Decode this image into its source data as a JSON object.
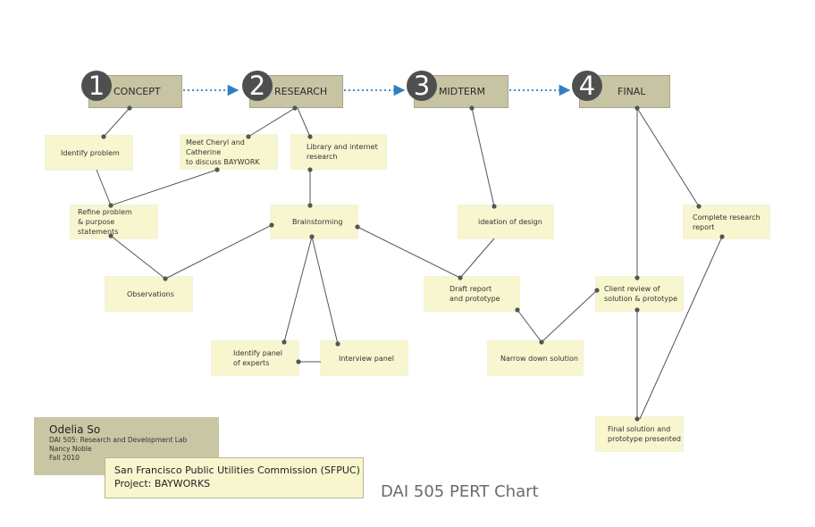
{
  "phases": [
    {
      "id": "concept",
      "number": "1",
      "label": "CONCEPT"
    },
    {
      "id": "research",
      "number": "2",
      "label": "RESEARCH"
    },
    {
      "id": "midterm",
      "number": "3",
      "label": "MIDTERM"
    },
    {
      "id": "final",
      "number": "4",
      "label": "FINAL"
    }
  ],
  "tasks": [
    {
      "id": "identify-problem",
      "label": "Identify problem"
    },
    {
      "id": "meet-cheryl",
      "label": "Meet Cheryl and Catherine\nto discuss BAYWORK"
    },
    {
      "id": "library-research",
      "label": "Library and internet\nresearch"
    },
    {
      "id": "refine-problem",
      "label": "Refine problem\n& purpose statements"
    },
    {
      "id": "brainstorming",
      "label": "Brainstorming"
    },
    {
      "id": "ideation",
      "label": "ideation of design"
    },
    {
      "id": "complete-research",
      "label": "Complete research\nreport"
    },
    {
      "id": "observations",
      "label": "Observations"
    },
    {
      "id": "draft-report",
      "label": "Draft report\nand prototype"
    },
    {
      "id": "client-review",
      "label": "Client review of\nsolution & prototype"
    },
    {
      "id": "identify-panel",
      "label": "Identify panel\nof experts"
    },
    {
      "id": "interview-panel",
      "label": "Interview panel"
    },
    {
      "id": "narrow-down",
      "label": "Narrow down solution"
    },
    {
      "id": "final-solution",
      "label": "Final solution and\nprototype presented"
    }
  ],
  "info": {
    "name": "Odelia So",
    "course": "DAI 505: Research and Development Lab",
    "instructor": "Nancy Noble",
    "term": "Fall 2010"
  },
  "client": {
    "org": "San Francisco Public Utilities Commission (SFPUC)",
    "project": "Project: BAYWORKS"
  },
  "title": "DAI 505 PERT Chart",
  "colors": {
    "phase_fill": "#c7c4a3",
    "task_fill": "#f7f6cf",
    "badge": "#4f4f4f",
    "dotted_arrow": "#2f7fc1",
    "connector": "#555555"
  }
}
